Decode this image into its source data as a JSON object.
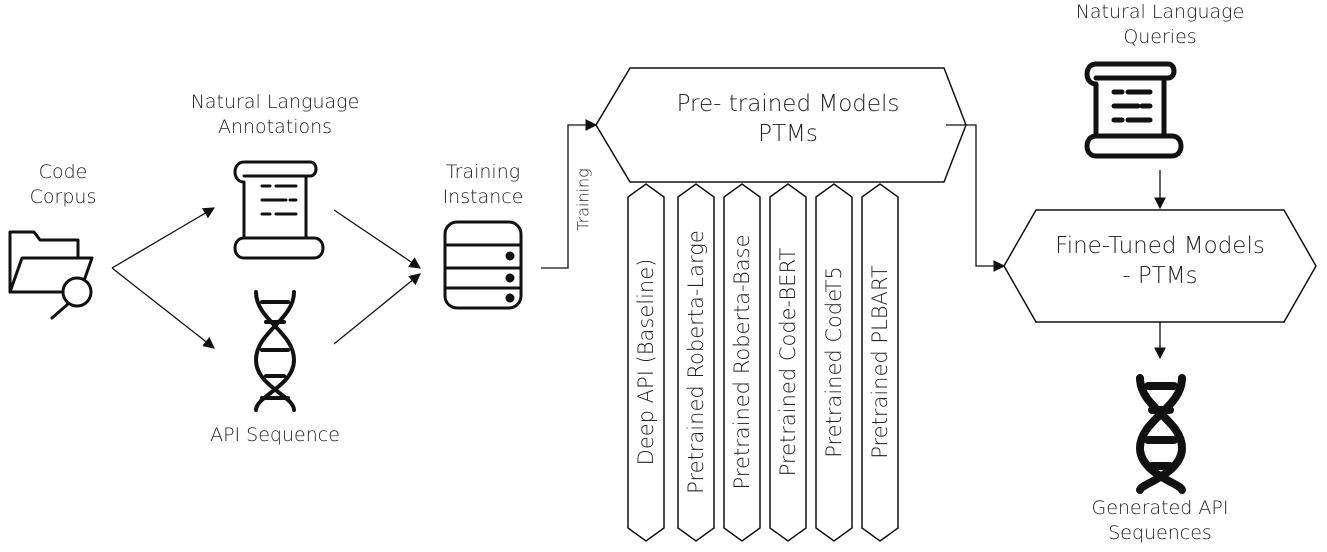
{
  "labels": {
    "code_corpus": [
      "Code",
      "Corpus"
    ],
    "nl_annotations": [
      "Natural Language",
      "Annotations"
    ],
    "api_sequence": "API Sequence",
    "training_instance": [
      "Training",
      "Instance"
    ],
    "training_edge": "Training",
    "ptm_box": [
      "Pre- trained Models",
      "PTMs"
    ],
    "nl_queries": [
      "Natural Language",
      "Queries"
    ],
    "finetuned_box": [
      "Fine-Tuned Models",
      "- PTMs"
    ],
    "generated": [
      "Generated API",
      "Sequences"
    ]
  },
  "models": [
    "Deep API (Baseline)",
    "Pretrained Roberta-Large",
    "Pretrained Roberta-Base",
    "Pretrained Code-BERT",
    "Pretrained CodeT5",
    "Pretrained PLBART"
  ],
  "icons": [
    "folder-search-icon",
    "scroll-icon",
    "dna-icon",
    "database-icon"
  ]
}
